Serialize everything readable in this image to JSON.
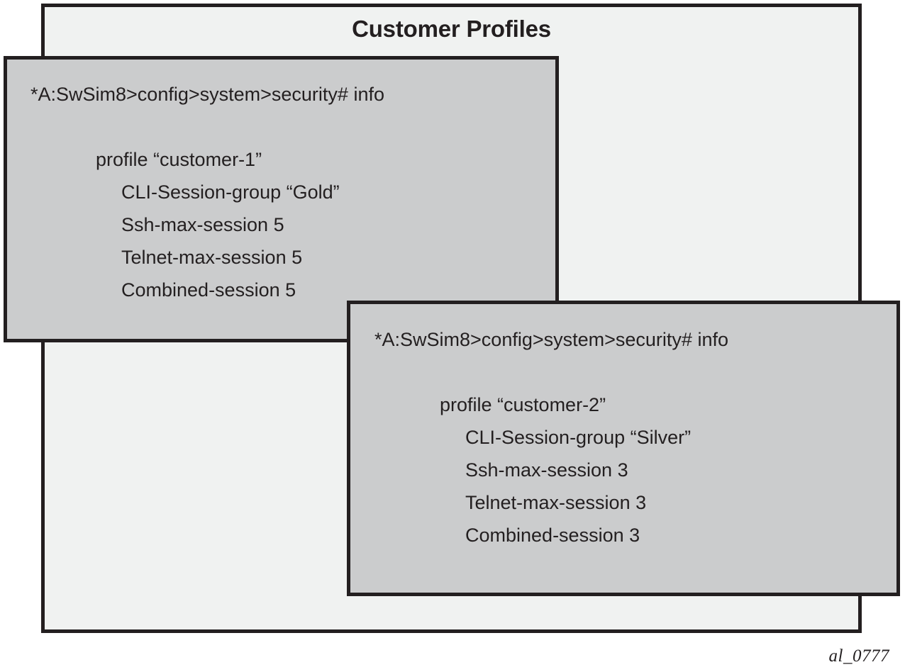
{
  "figure": {
    "title": "Customer Profiles",
    "figure_id": "al_0777",
    "colors": {
      "panel_background": "#f0f2f1",
      "box_background": "#cbcccd",
      "border": "#231f20",
      "text": "#231f20",
      "page_background": "#ffffff"
    }
  },
  "boxes": [
    {
      "name": "customer-1",
      "prompt": "*A:SwSim8>config>system>security# info",
      "lines": [
        {
          "text": "*A:SwSim8>config>system>security# info",
          "indent": 0
        },
        {
          "text": "",
          "indent": 0
        },
        {
          "text": "profile “customer-1”",
          "indent": 1
        },
        {
          "text": "CLI-Session-group “Gold”",
          "indent": 2
        },
        {
          "text": "Ssh-max-session 5",
          "indent": 2
        },
        {
          "text": "Telnet-max-session 5",
          "indent": 2
        },
        {
          "text": "Combined-session 5",
          "indent": 2
        }
      ],
      "profile_name": "customer-1",
      "cli_session_group": "Gold",
      "ssh_max_session": "5",
      "telnet_max_session": "5",
      "combined_session": "5"
    },
    {
      "name": "customer-2",
      "prompt": "*A:SwSim8>config>system>security# info",
      "lines": [
        {
          "text": "*A:SwSim8>config>system>security# info",
          "indent": 0
        },
        {
          "text": "",
          "indent": 0
        },
        {
          "text": "profile “customer-2”",
          "indent": 1
        },
        {
          "text": "CLI-Session-group “Silver”",
          "indent": 2
        },
        {
          "text": "Ssh-max-session 3",
          "indent": 2
        },
        {
          "text": "Telnet-max-session 3",
          "indent": 2
        },
        {
          "text": "Combined-session 3",
          "indent": 2
        }
      ],
      "profile_name": "customer-2",
      "cli_session_group": "Silver",
      "ssh_max_session": "3",
      "telnet_max_session": "3",
      "combined_session": "3"
    }
  ]
}
